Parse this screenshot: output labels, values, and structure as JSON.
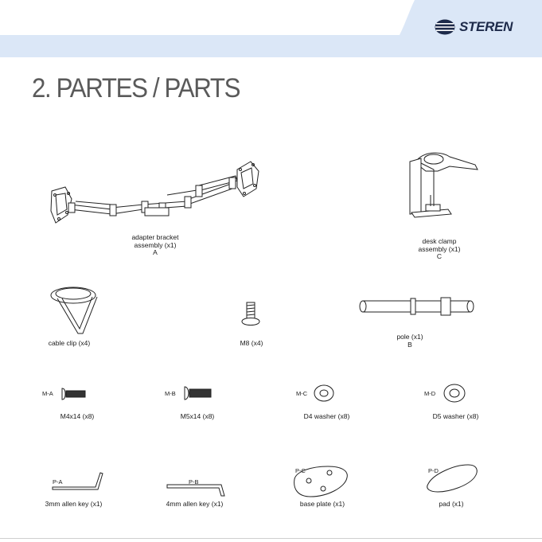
{
  "header": {
    "brand": "STEREN",
    "title": "2. PARTES / PARTS"
  },
  "parts": {
    "A": {
      "line1": "adapter bracket",
      "line2": "assembly (x1)",
      "letter": "A"
    },
    "C": {
      "line1": "desk clamp",
      "line2": "assembly (x1)",
      "letter": "C"
    },
    "cable_clip": {
      "label": "cable clip (x4)"
    },
    "m8": {
      "label": "M8 (x4)"
    },
    "B": {
      "line1": "pole (x1)",
      "letter": "B"
    },
    "MA": {
      "code": "M-A",
      "label": "M4x14 (x8)"
    },
    "MB": {
      "code": "M-B",
      "label": "M5x14 (x8)"
    },
    "MC": {
      "code": "M-C",
      "label": "D4 washer (x8)"
    },
    "MD": {
      "code": "M-D",
      "label": "D5 washer (x8)"
    },
    "PA": {
      "code": "P-A",
      "label": "3mm allen key (x1)"
    },
    "PB": {
      "code": "P-B",
      "label": "4mm allen key (x1)"
    },
    "PC": {
      "code": "P-C",
      "label": "base plate (x1)"
    },
    "PD": {
      "code": "P-D",
      "label": "pad (x1)"
    }
  },
  "colors": {
    "band": "#dbe7f7",
    "brand": "#1d2a4a",
    "title": "#5a5a5a"
  }
}
